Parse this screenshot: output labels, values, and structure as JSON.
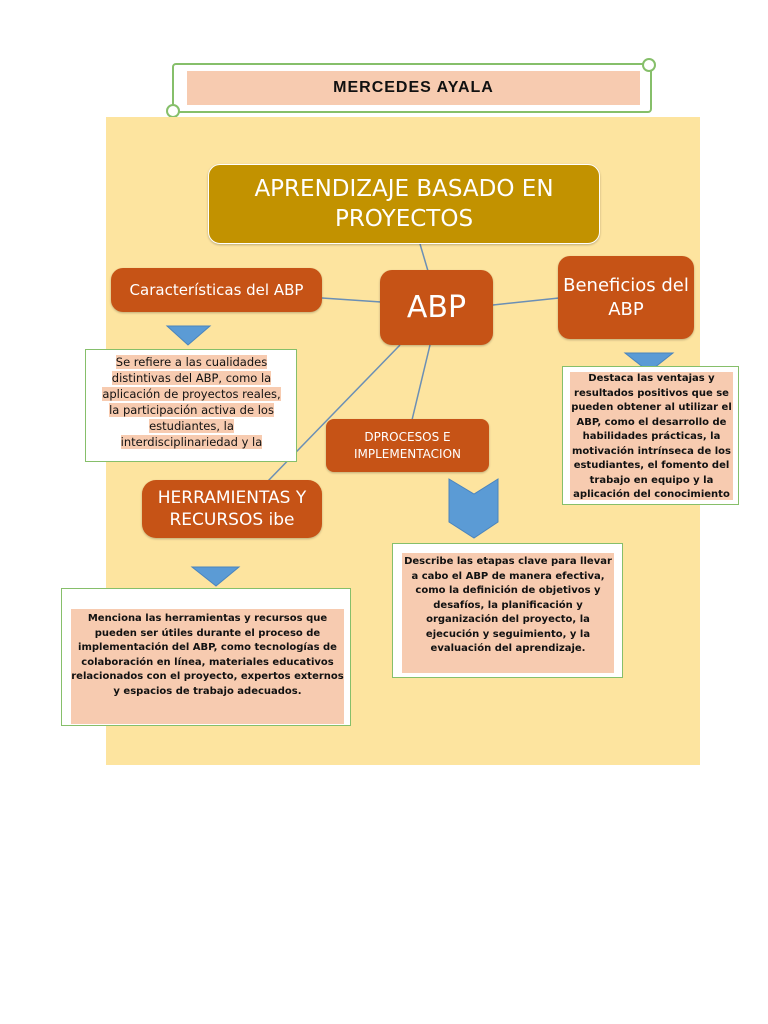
{
  "banner": {
    "name": "MERCEDES AYALA"
  },
  "nodes": {
    "title": "APRENDIZAJE BASADO EN PROYECTOS",
    "center": "ABP",
    "characteristics": "Características del ABP",
    "benefits": "Beneficios del ABP",
    "processes": "DPROCESOS E IMPLEMENTACION",
    "tools": "HERRAMIENTAS Y RECURSOS ibe"
  },
  "descriptions": {
    "characteristics": "Se refiere a las cualidades distintivas del ABP, como la aplicación de proyectos reales, la participación activa de los estudiantes, la interdisciplinariedad y la",
    "benefits": "Destaca las ventajas y resultados positivos que se pueden obtener al utilizar el ABP, como el desarrollo de habilidades prácticas, la motivación intrínseca de los estudiantes, el fomento del trabajo en equipo y la aplicación del conocimiento",
    "processes": "Describe las etapas clave para llevar a cabo el ABP de manera efectiva, como la definición de objetivos y desafíos, la planificación y organización del proyecto, la ejecución y seguimiento, y la evaluación del aprendizaje.",
    "tools": "Menciona las herramientas y recursos que pueden ser útiles durante el proceso de implementación del ABP, como tecnologías de colaboración en línea, materiales educativos relacionados con el proyecto, expertos externos y espacios de trabajo adecuados."
  },
  "colors": {
    "canvas": "#fde49f",
    "title_node": "#c29200",
    "branch_node": "#c65316",
    "text_panel": "#f7cbb0",
    "border_green": "#86bf6a",
    "arrow_blue": "#5b9bd5",
    "connector": "#6b8fb5"
  }
}
